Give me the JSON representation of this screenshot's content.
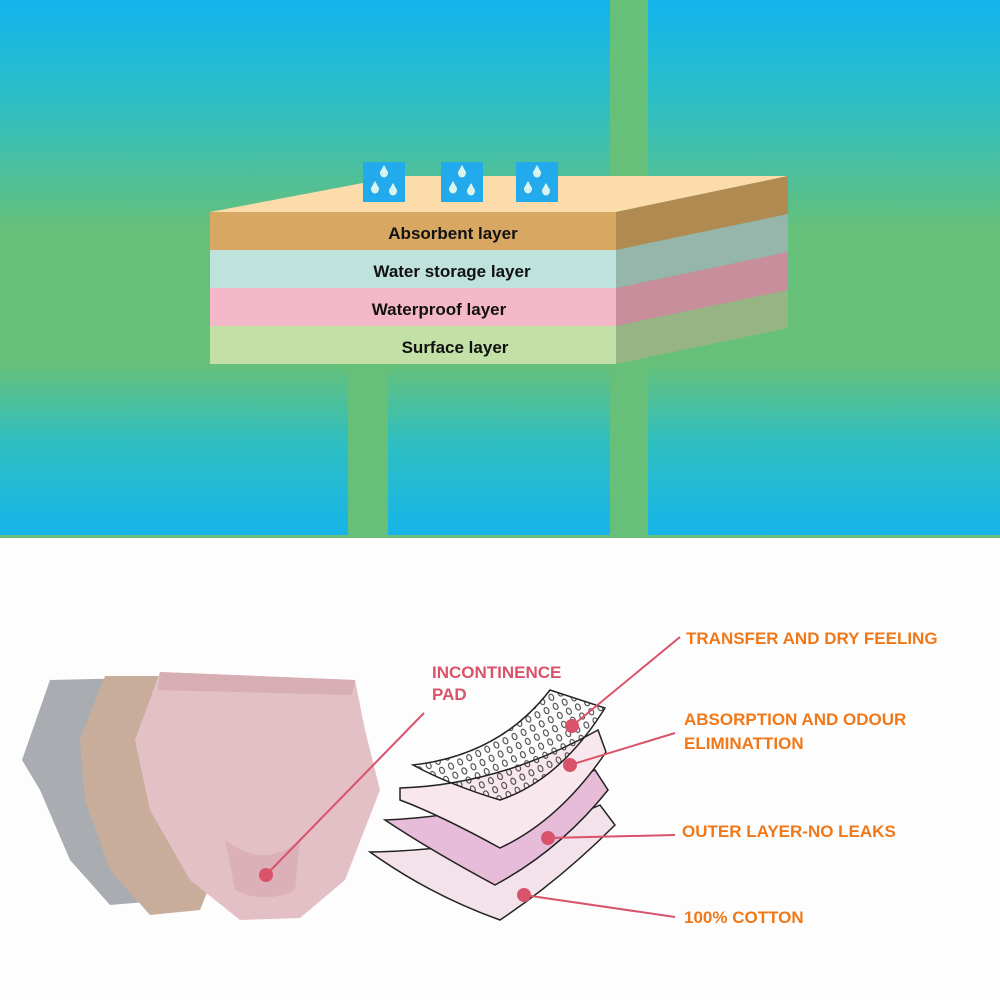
{
  "top_diagram": {
    "layers": [
      {
        "label": "Absorbent layer",
        "color": "#d8a863",
        "side": "#b08a50"
      },
      {
        "label": "Water storage layer",
        "color": "#bfe3dc",
        "side": "#97b6ab"
      },
      {
        "label": "Waterproof layer",
        "color": "#f4b8c8",
        "side": "#c98e9c"
      },
      {
        "label": "Surface layer",
        "color": "#c3e0a6",
        "side": "#97b584"
      }
    ],
    "top_face_color": "#fcdcaa",
    "droplet_icons": [
      "water-drops-icon",
      "water-drops-icon",
      "water-drops-icon"
    ],
    "background_green": "#66c07a",
    "panel_blue": "#14b4ec"
  },
  "bottom_diagram": {
    "pad_label": [
      "INCONTINENCE",
      "PAD"
    ],
    "pad_label_color": "#d9536a",
    "callout_color": "#f07818",
    "callouts": [
      {
        "lines": [
          "TRANSFER AND DRY FEELING"
        ]
      },
      {
        "lines": [
          "ABSORPTION AND ODOUR",
          "ELIMINATTION"
        ]
      },
      {
        "lines": [
          "OUTER LAYER-NO LEAKS"
        ]
      },
      {
        "lines": [
          "100% COTTON"
        ]
      }
    ]
  }
}
